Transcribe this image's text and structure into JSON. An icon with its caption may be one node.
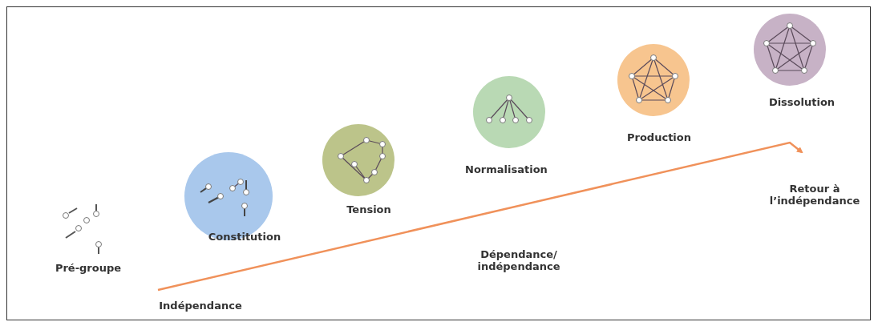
{
  "diagram": {
    "nodes": [
      {
        "text": [
          "Constitution"
        ]
      },
      {
        "text": [
          "Tension"
        ]
      },
      {
        "text": [
          "Normalisation"
        ]
      },
      {
        "text": [
          "Production"
        ]
      },
      {
        "text": [
          "Dissolution"
        ]
      }
    ],
    "labels": [
      "Pré-groupe",
      "Indépendance",
      "Dépendance/ indépendance",
      "Retour à l’indépendance"
    ]
  }
}
